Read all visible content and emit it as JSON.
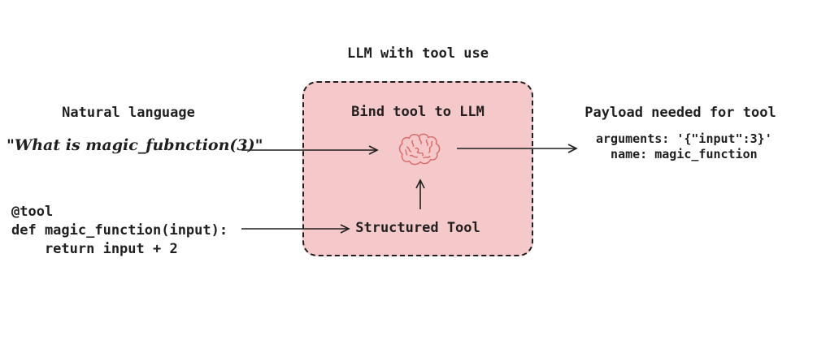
{
  "colors": {
    "background": "#ffffff",
    "box_fill": "#f5c9c9",
    "box_border": "#1f1f1f",
    "brain_stroke": "#d96a6a",
    "arrow": "#1f1f1f",
    "text": "#1f1f1f"
  },
  "diagram": {
    "title": "LLM with tool use",
    "left_column": {
      "heading": "Natural language",
      "quote": "\"What is magic_fubnction(3)\"",
      "code": "@tool\ndef magic_function(input):\n    return input + 2"
    },
    "center_box": {
      "heading": "Bind tool to LLM",
      "icon": "brain-icon",
      "structured_tool_label": "Structured Tool"
    },
    "right_column": {
      "heading": "Payload needed for tool",
      "payload": "arguments: '{\"input\":3}'\n  name: magic_function"
    },
    "arrows": [
      {
        "name": "arrow-natural-language-to-llm",
        "from": "natural-language-quote",
        "to": "brain"
      },
      {
        "name": "arrow-tool-code-to-structured-tool",
        "from": "tool-code",
        "to": "structured-tool"
      },
      {
        "name": "arrow-structured-tool-to-brain",
        "from": "structured-tool",
        "to": "brain"
      },
      {
        "name": "arrow-brain-to-payload",
        "from": "brain",
        "to": "payload"
      }
    ]
  }
}
